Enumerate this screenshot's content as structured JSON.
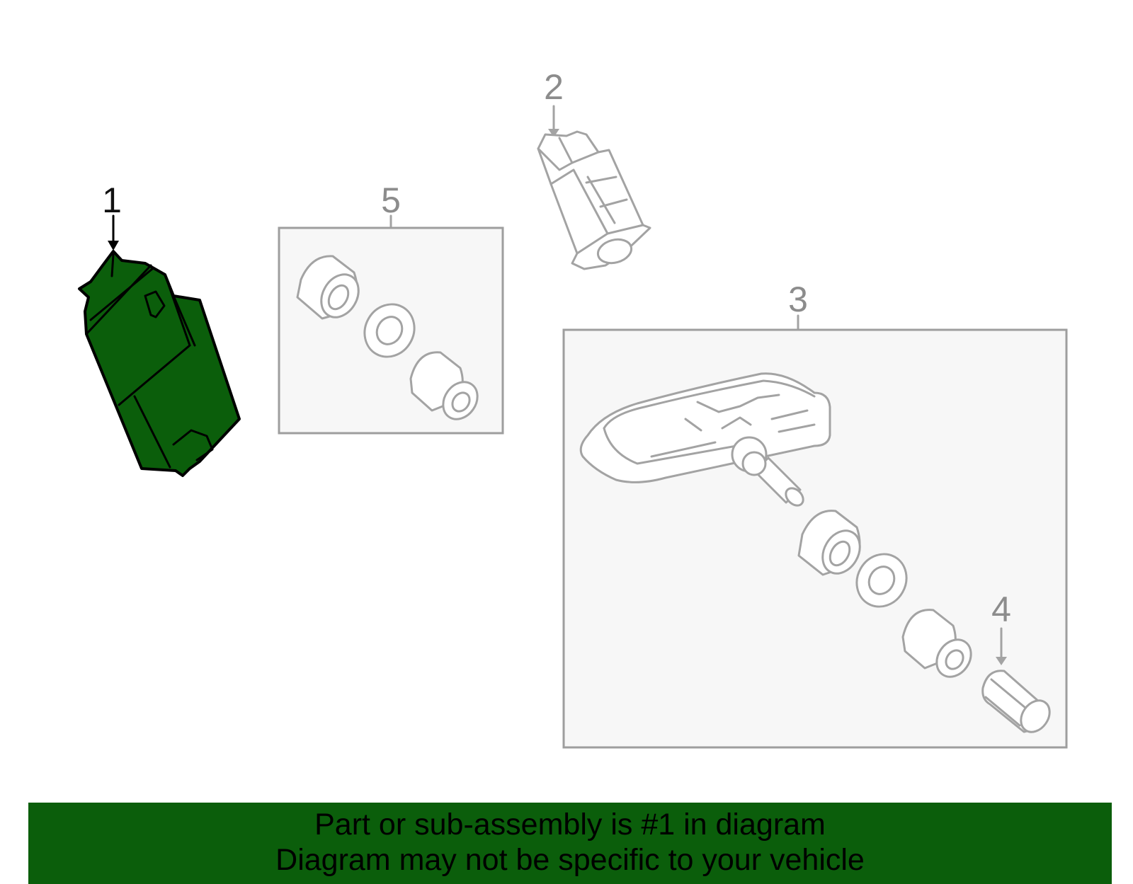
{
  "callouts": {
    "part1": "1",
    "part2": "2",
    "part3": "3",
    "part4": "4",
    "part5": "5"
  },
  "banner": {
    "line1": "Part or sub-assembly is #1 in diagram",
    "line2": "Diagram may not be specific to your vehicle"
  },
  "colors": {
    "highlight": "#0b5e0b",
    "outline": "#a3a3a3",
    "box_fill": "#f7f7f7"
  }
}
